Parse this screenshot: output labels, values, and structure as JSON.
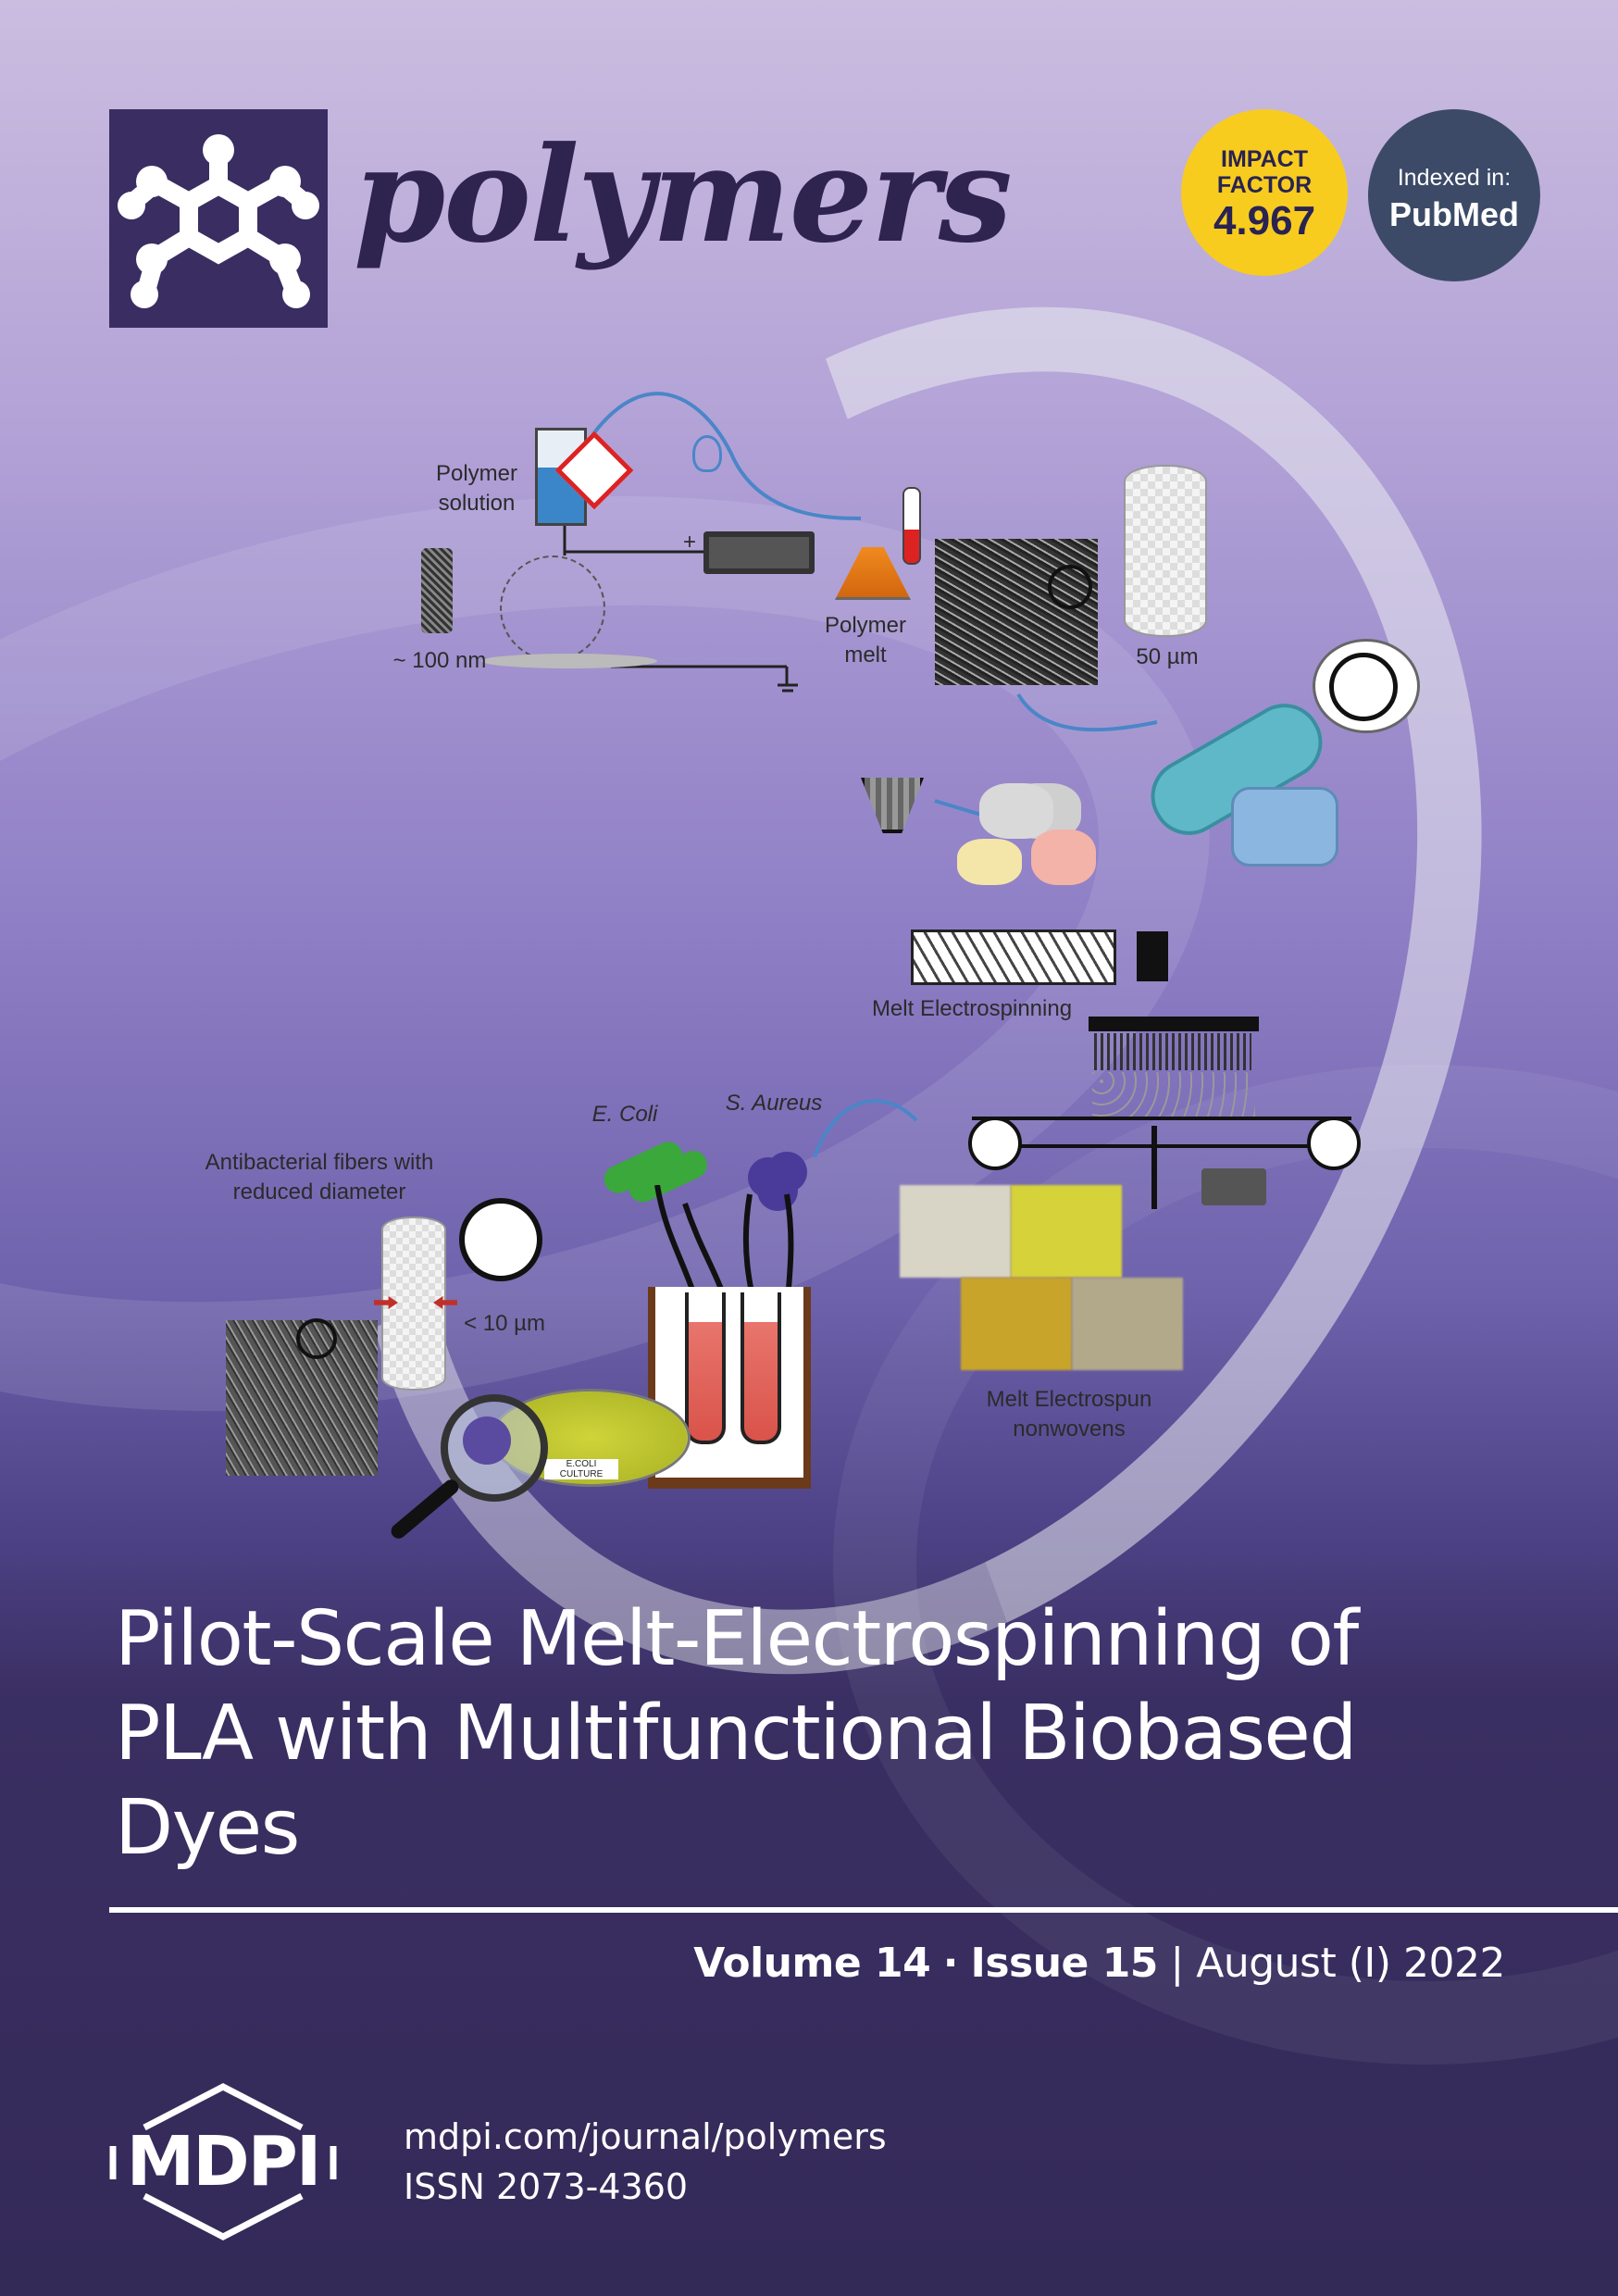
{
  "journal": {
    "name": "polymers",
    "impact_factor_label_1": "IMPACT",
    "impact_factor_label_2": "FACTOR",
    "impact_factor_value": "4.967",
    "indexed_label": "Indexed in:",
    "indexed_value": "PubMed"
  },
  "figure": {
    "polymer_solution_1": "Polymer",
    "polymer_solution_2": "solution",
    "size_100nm": "~ 100 nm",
    "plus_sign": "+",
    "polymer_melt_1": "Polymer",
    "polymer_melt_2": "melt",
    "size_50um": "50 µm",
    "melt_electrospinning": "Melt Electrospinning",
    "e_coli": "E. Coli",
    "s_aureus": "S. Aureus",
    "antibacterial_1": "Antibacterial fibers with",
    "antibacterial_2": "reduced diameter",
    "size_10um": "< 10 µm",
    "dish_label": "E.COLI CULTURE",
    "nonwovens_1": "Melt Electrospun",
    "nonwovens_2": "nonwovens"
  },
  "article": {
    "title_line_1": "Pilot-Scale Melt-Electrospinning of",
    "title_line_2": "PLA with Multifunctional Biobased",
    "title_line_3": "Dyes"
  },
  "issue": {
    "volume": "Volume 14",
    "separator": "·",
    "issue": "Issue 15",
    "divider": "|",
    "date": "August (I) 2022"
  },
  "publisher": {
    "name": "MDPI",
    "url": "mdpi.com/journal/polymers",
    "issn": "ISSN 2073-4360"
  },
  "colors": {
    "brand_dark": "#3a2d62",
    "impact_yellow": "#f7cc1f",
    "pubmed_blue": "#3c4a68"
  }
}
